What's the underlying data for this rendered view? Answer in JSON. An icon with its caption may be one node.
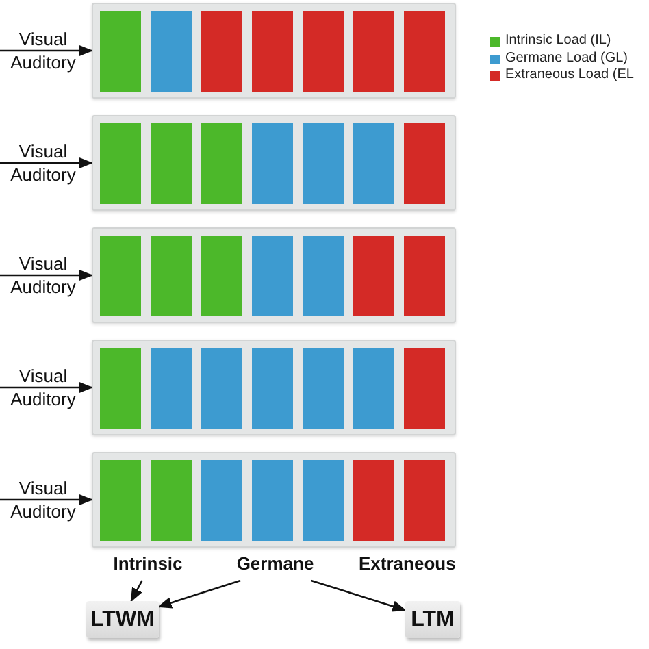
{
  "diagram": {
    "nodes": [
      {
        "text": [],
        "shape": "box"
      },
      {
        "text": [],
        "shape": "box"
      },
      {
        "text": [],
        "shape": "box"
      },
      {
        "text": [],
        "shape": "box"
      },
      {
        "text": [],
        "shape": "box"
      },
      {
        "text": [
          "Intrinsic"
        ]
      },
      {
        "text": [
          "Germane"
        ]
      },
      {
        "text": [
          "LTWM"
        ]
      },
      {
        "text": [
          "LTM"
        ]
      }
    ],
    "edges": [
      {
        "from": null,
        "to": 0,
        "arrow": "to",
        "label": "Visual Auditory"
      },
      {
        "from": null,
        "to": 1,
        "arrow": "to",
        "label": "Visual Auditory"
      },
      {
        "from": null,
        "to": 2,
        "arrow": "to",
        "label": "Visual Auditory"
      },
      {
        "from": null,
        "to": 3,
        "arrow": "to",
        "label": "Visual Auditory"
      },
      {
        "from": null,
        "to": 4,
        "arrow": "to",
        "label": "Visual Auditory"
      },
      {
        "from": 5,
        "to": 7,
        "arrow": "to"
      },
      {
        "from": 6,
        "to": 7,
        "arrow": "to"
      },
      {
        "from": 6,
        "to": 8,
        "arrow": "to"
      }
    ],
    "labels": [
      "Extraneous"
    ],
    "legend": [
      {
        "text": "Intrinsic Load (IL)",
        "color": "#4cb82a"
      },
      {
        "text": "Germane Load (GL)",
        "color": "#3d9bd0"
      },
      {
        "text": "Extraneous Load (EL",
        "color": "#d42a26"
      }
    ]
  }
}
